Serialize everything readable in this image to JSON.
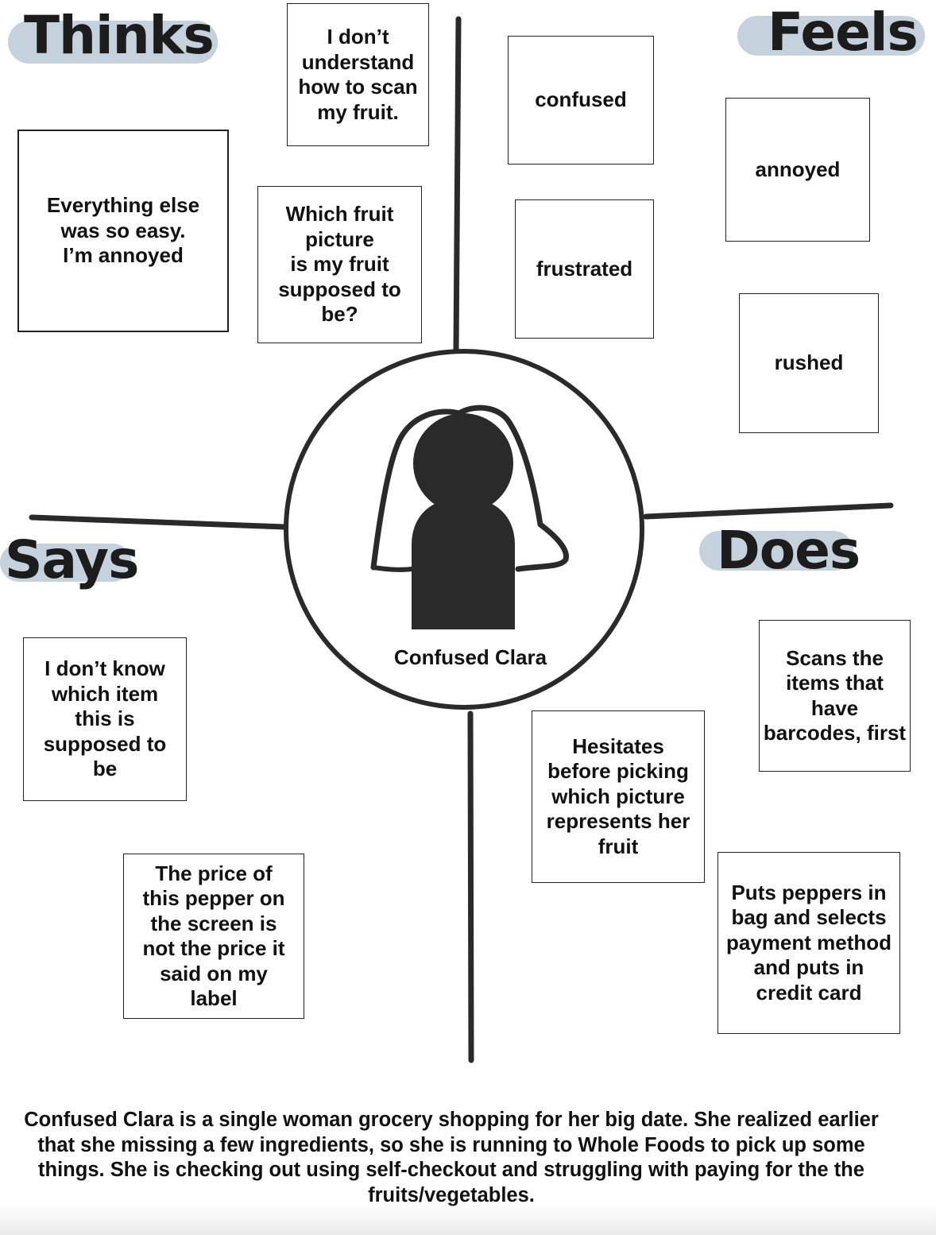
{
  "quadrants": {
    "thinks": {
      "title": "Thinks",
      "cards": [
        "I don’t\nunderstand\nhow to scan\nmy fruit.",
        "Everything else\nwas so easy.\nI’m annoyed",
        "Which fruit\npicture\nis my fruit\nsupposed to\nbe?"
      ]
    },
    "feels": {
      "title": "Feels",
      "cards": [
        "confused",
        "annoyed",
        "frustrated",
        "rushed"
      ]
    },
    "says": {
      "title": "Says",
      "cards": [
        "I don’t know\nwhich item\nthis is\nsupposed to\nbe",
        "The price of\nthis pepper on\nthe screen is\nnot the price it\nsaid on my\nlabel"
      ]
    },
    "does": {
      "title": "Does",
      "cards": [
        "Scans the\nitems that\nhave\nbarcodes, first",
        "Hesitates\nbefore picking\nwhich picture\nrepresents her\nfruit",
        "Puts peppers in\nbag and selects\npayment method\nand puts in\ncredit card"
      ]
    }
  },
  "persona": {
    "name": "Confused Clara",
    "icon": "person-icon"
  },
  "summary": "Confused Clara is a single woman grocery shopping for her big date. She realized earlier that she missing a few ingredients, so she is running to Whole Foods to pick up  some things. She is checking out using self-checkout and struggling with paying for the the fruits/vegetables.",
  "colors": {
    "highlight": "#c5d1dc",
    "ink": "#222222"
  }
}
